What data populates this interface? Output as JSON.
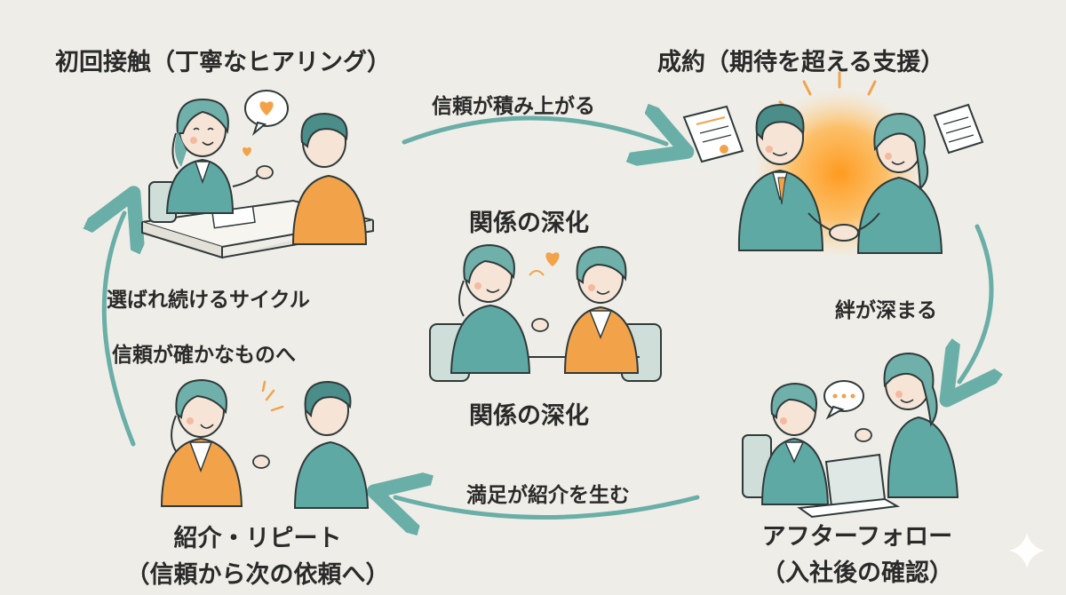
{
  "stages": {
    "initial_contact": "初回接触（丁寧なヒアリング）",
    "contract": "成約（期待を超える支援）",
    "after_follow_line1": "アフターフォロー",
    "after_follow_line2": "（入社後の確認）",
    "referral_line1": "紹介・リピート",
    "referral_line2": "（信頼から次の依頼へ）"
  },
  "arrows": {
    "top": "信頼が積み上がる",
    "right": "絆が深まる",
    "bottom": "満足が紹介を生む"
  },
  "left_side": {
    "line1": "選ばれ続けるサイクル",
    "line2": "信頼が確かなものへ"
  },
  "center": {
    "top_label": "関係の深化",
    "bottom_label": "関係の深化"
  },
  "colors": {
    "background": "#efede7",
    "teal": "#5fa9a4",
    "teal_dark": "#3f7f7c",
    "orange": "#f2a34a",
    "skin": "#f6e4d6",
    "ink": "#2f3a3a"
  },
  "icons": [
    "heart-icon",
    "speech-bubble-icon",
    "document-icon",
    "glow-icon",
    "laptop-icon",
    "sparkle-icon"
  ]
}
